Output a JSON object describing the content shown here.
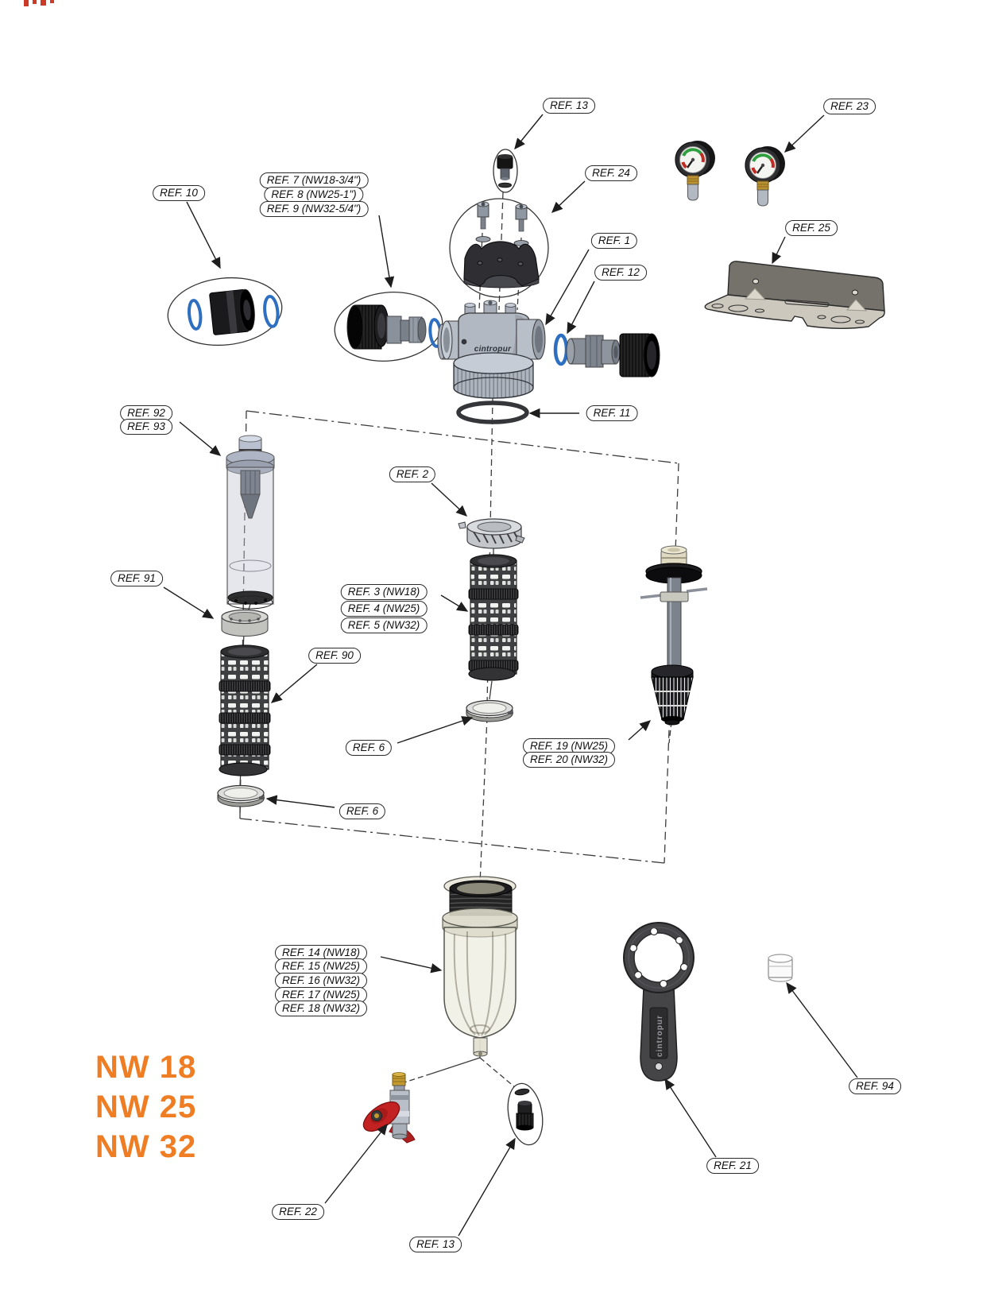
{
  "figure": {
    "brand": "cintropur",
    "variant_sizes": [
      "NW 18",
      "NW 25",
      "NW 32"
    ],
    "colors": {
      "accent_orange": "#EF7D23",
      "oring_blue": "#2F6FC1",
      "valve_red": "#C32222",
      "gauge_green": "#2F9E3F",
      "gauge_red": "#C22A22"
    },
    "callouts": {
      "ref13_top": "REF. 13",
      "ref23": "REF. 23",
      "ref24": "REF. 24",
      "ref7": "REF. 7 (NW18-3/4\")",
      "ref8": "REF. 8 (NW25-1\")",
      "ref9": "REF. 9 (NW32-5/4\")",
      "ref10": "REF. 10",
      "ref1": "REF. 1",
      "ref12": "REF. 12",
      "ref25": "REF. 25",
      "ref11": "REF. 11",
      "ref92": "REF. 92",
      "ref93": "REF. 93",
      "ref2": "REF. 2",
      "ref3": "REF. 3 (NW18)",
      "ref4": "REF. 4 (NW25)",
      "ref5": "REF. 5 (NW32)",
      "ref91": "REF. 91",
      "ref90": "REF. 90",
      "ref6_a": "REF. 6",
      "ref19": "REF. 19 (NW25)",
      "ref20": "REF. 20 (NW32)",
      "ref6_b": "REF. 6",
      "ref14": "REF. 14 (NW18)",
      "ref15": "REF. 15 (NW25)",
      "ref16": "REF. 16 (NW32)",
      "ref17": "REF. 17 (NW25)",
      "ref18": "REF. 18 (NW32)",
      "ref22": "REF. 22",
      "ref13_bottom": "REF. 13",
      "ref21": "REF. 21",
      "ref94": "REF. 94"
    }
  }
}
